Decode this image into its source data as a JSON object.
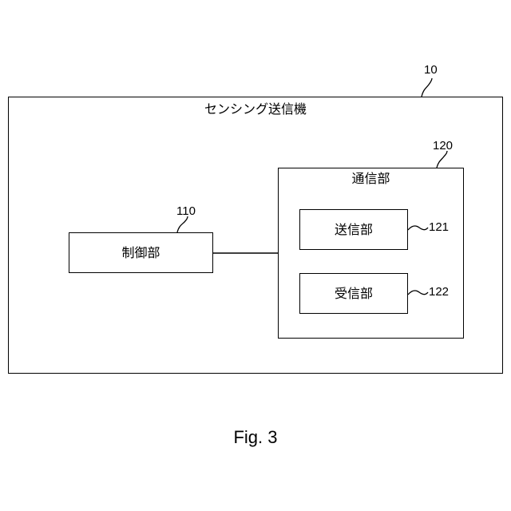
{
  "device": {
    "title": "センシング送信機",
    "ref": "10"
  },
  "control_unit": {
    "label": "制御部",
    "ref": "110"
  },
  "communication_unit": {
    "label": "通信部",
    "ref": "120",
    "transmitter": {
      "label": "送信部",
      "ref": "121"
    },
    "receiver": {
      "label": "受信部",
      "ref": "122"
    }
  },
  "caption": "Fig. 3"
}
